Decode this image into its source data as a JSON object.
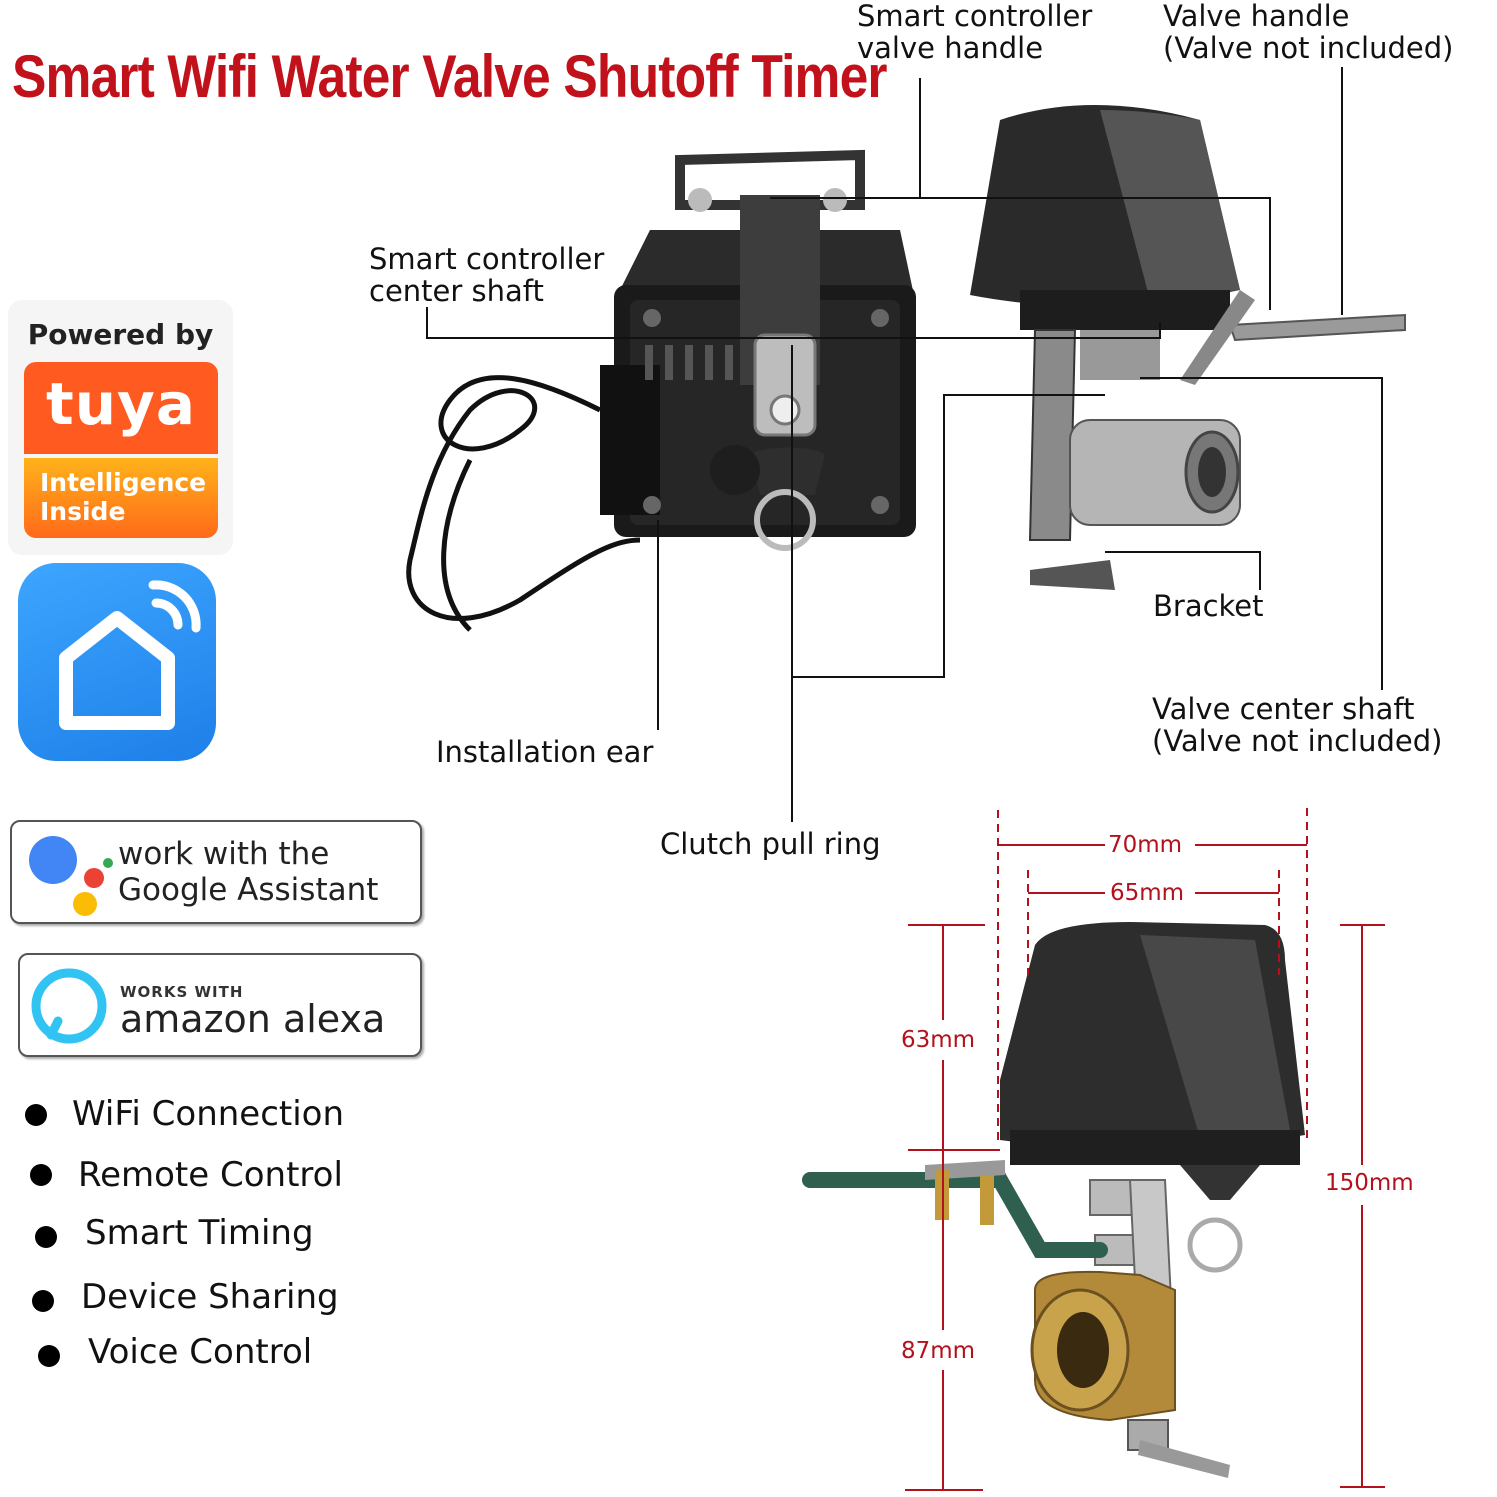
{
  "title": "Smart Wifi Water Valve Shutoff Timer",
  "callouts": {
    "smart_controller_valve_handle": [
      "Smart controller",
      "valve handle"
    ],
    "valve_handle": [
      "Valve handle",
      "(Valve not included)"
    ],
    "smart_controller_center_shaft": [
      "Smart controller",
      "center shaft"
    ],
    "bracket": "Bracket",
    "valve_center_shaft": [
      "Valve center shaft",
      "(Valve not included)"
    ],
    "installation_ear": "Installation ear",
    "clutch_pull_ring": "Clutch pull ring"
  },
  "tuya_badge": {
    "powered_by": "Powered by",
    "logo": "tuya",
    "tagline": [
      "Intelligence",
      "Inside"
    ],
    "colors": {
      "primary": "#ff5a1f",
      "secondary": "#ff8c1a"
    }
  },
  "smart_life_icon": {
    "icon": "smart-home-icon",
    "color": "#2a8cf0"
  },
  "google_badge": {
    "line1": "work with the",
    "line2": "Google Assistant"
  },
  "alexa_badge": {
    "small": "WORKS WITH",
    "large": "amazon alexa",
    "color": "#31c4f3"
  },
  "features": [
    "WiFi Connection",
    "Remote Control",
    "Smart Timing",
    "Device Sharing",
    "Voice Control"
  ],
  "dimensions": {
    "width_outer": "70mm",
    "width_inner": "65mm",
    "height_top": "63mm",
    "height_bottom": "87mm",
    "height_total": "150mm",
    "color": "#b3121c"
  }
}
